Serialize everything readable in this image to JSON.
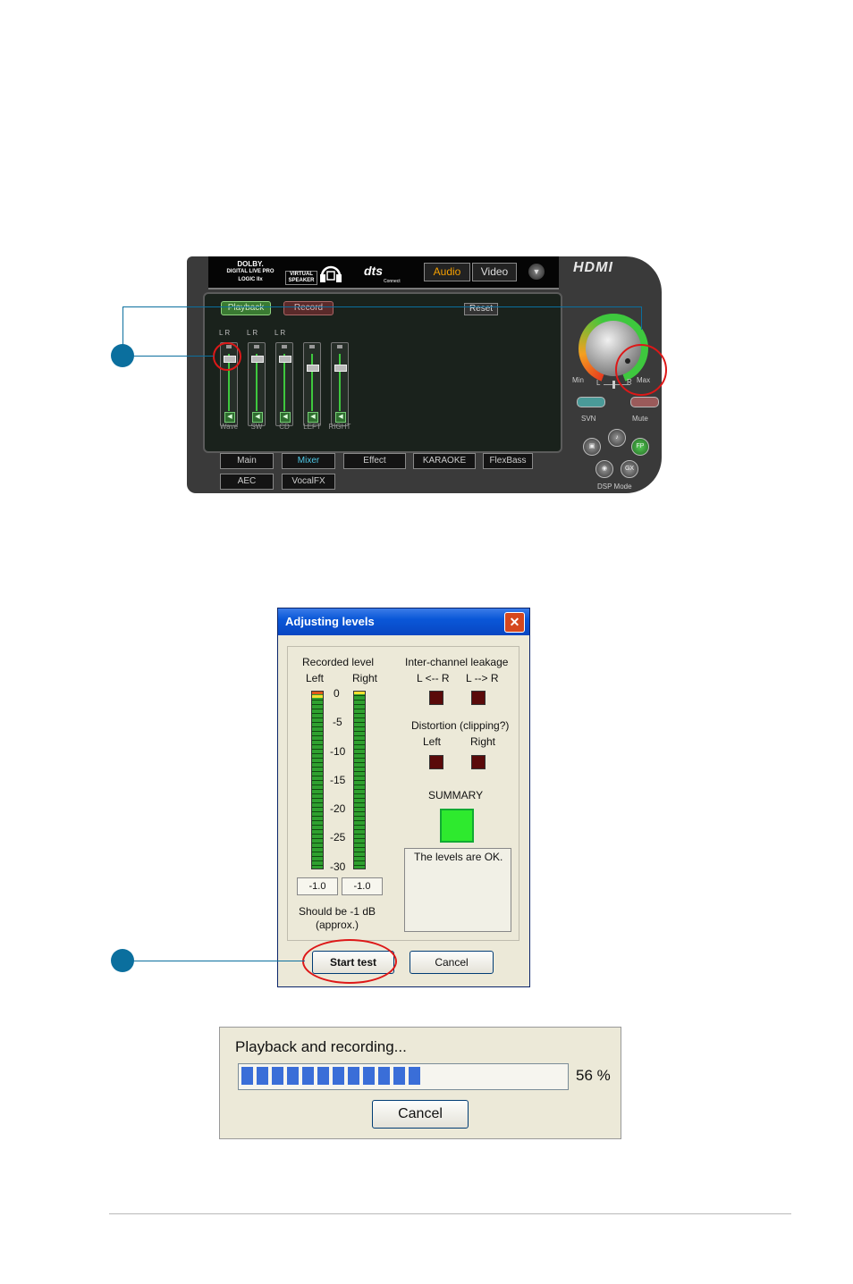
{
  "audio_panel": {
    "brand_dolby": "DOLBY.",
    "brand_dolby_sub": "DIGITAL LIVE PRO LOGIC IIx",
    "brand_virtual_speaker": "VIRTUAL SPEAKER",
    "brand_dts": "dts",
    "brand_dts_sub": "Connect",
    "tab_audio": "Audio",
    "tab_video": "Video",
    "hdmi_logo": "HDMI",
    "subtab_playback": "Playback",
    "subtab_record": "Record",
    "reset_label": "Reset",
    "channels": [
      {
        "label": "Wave",
        "lr": "L R"
      },
      {
        "label": "SW",
        "lr": "L R"
      },
      {
        "label": "CD",
        "lr": "L R"
      },
      {
        "label": "LEFT",
        "lr": ""
      },
      {
        "label": "RIGHT",
        "lr": ""
      }
    ],
    "mode_buttons_row1": [
      "Main",
      "Mixer",
      "Effect",
      "KARAOKE",
      "FlexBass"
    ],
    "mode_buttons_row2": [
      "AEC",
      "VocalFX"
    ],
    "active_mode": "Mixer",
    "knob_min": "Min",
    "knob_max": "Max",
    "knob_l": "L",
    "knob_r": "R",
    "svn_label": "SVN",
    "mute_label": "Mute",
    "dsp_mode_label": "DSP Mode",
    "dsp_fp": "FP",
    "dsp_gx": "GX"
  },
  "levels_dialog": {
    "title": "Adjusting levels",
    "close_glyph": "✕",
    "recorded_level": "Recorded level",
    "left": "Left",
    "right": "Right",
    "scale": [
      "0",
      "-5",
      "-10",
      "-15",
      "-20",
      "-25",
      "-30"
    ],
    "left_value": "-1.0",
    "right_value": "-1.0",
    "should_be": "Should be  -1 dB",
    "approx": "(approx.)",
    "leakage_title": "Inter-channel leakage",
    "leakage_lr": "L <-- R",
    "leakage_rl": "L --> R",
    "distortion_title": "Distortion (clipping?)",
    "distortion_left": "Left",
    "distortion_right": "Right",
    "summary_title": "SUMMARY",
    "summary_msg": "The levels are OK.",
    "start_test": "Start test",
    "cancel": "Cancel"
  },
  "progress_dialog": {
    "label": "Playback and recording...",
    "percent": 56,
    "percent_text": "56 %",
    "cancel": "Cancel"
  },
  "colors": {
    "callout_red": "#dd1818",
    "callout_blue": "#0b6f9e",
    "summary_green": "#2eea2e",
    "progress_blue": "#3a6ed8"
  }
}
